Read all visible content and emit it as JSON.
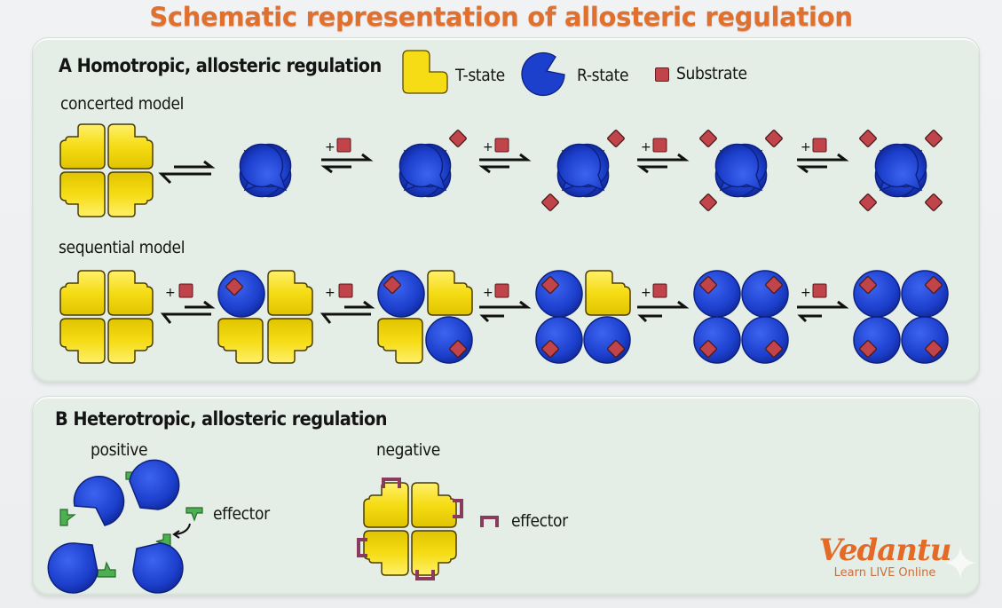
{
  "title": "Schematic representation of allosteric regulation",
  "colors": {
    "title": "#e0702e",
    "t_state": "#f5dc14",
    "r_state": "#1c3fcc",
    "substrate": "#c0444a",
    "positive_effector": "#4caf50",
    "negative_effector": "#8a3a5c",
    "panel_bg": "#e4ede6",
    "brand": "#e36a27"
  },
  "panel_a": {
    "heading": "A  Homotropic, allosteric regulation",
    "legend": [
      {
        "icon": "t-state-icon",
        "label": "T-state"
      },
      {
        "icon": "r-state-icon",
        "label": "R-state"
      },
      {
        "icon": "substrate-icon",
        "label": "Substrate"
      }
    ],
    "concerted": {
      "label": "concerted model",
      "steps": [
        {
          "state": "T4",
          "bound": 0
        },
        {
          "state": "R4",
          "bound": 0
        },
        {
          "state": "R4",
          "bound": 1
        },
        {
          "state": "R4",
          "bound": 2
        },
        {
          "state": "R4",
          "bound": 3
        },
        {
          "state": "R4",
          "bound": 4
        }
      ],
      "arrow_labels": [
        "",
        "+",
        "+",
        "+",
        "+"
      ]
    },
    "sequential": {
      "label": "sequential model",
      "steps": [
        {
          "state": "T4",
          "bound": 0
        },
        {
          "state": "R1T3",
          "bound": 1
        },
        {
          "state": "R2T2",
          "bound": 2
        },
        {
          "state": "R3T1",
          "bound": 3
        },
        {
          "state": "R4",
          "bound": 4
        }
      ],
      "arrow_labels": [
        "+",
        "+",
        "+",
        "+"
      ],
      "extra_r4": true
    }
  },
  "panel_b": {
    "heading": "B  Heterotropic, allosteric regulation",
    "positive": {
      "label": "positive",
      "effector_label": "effector"
    },
    "negative": {
      "label": "negative",
      "effector_label": "effector"
    }
  },
  "brand": {
    "name": "Vedantu",
    "tagline": "Learn LIVE Online"
  }
}
